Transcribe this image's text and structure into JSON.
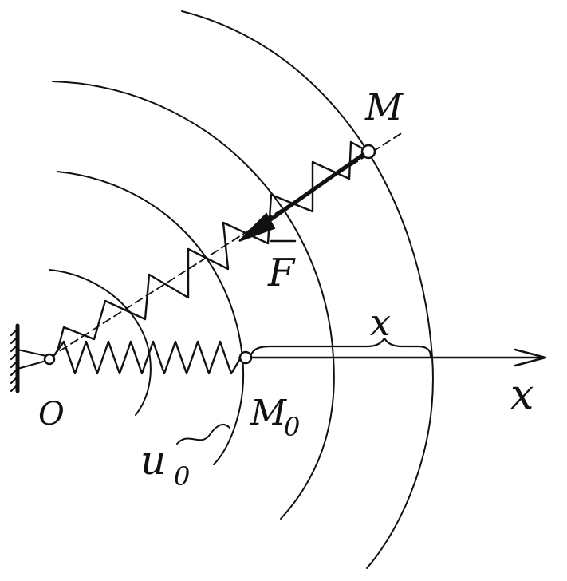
{
  "labels": {
    "origin": "O",
    "point_m": "M",
    "point_m0": "M",
    "point_m0_subscript": "0",
    "force": "F",
    "axis_x": "x",
    "displacement": "x",
    "potential": "u",
    "potential_subscript": "0"
  },
  "colors": {
    "ink": "#111111",
    "background": "#ffffff"
  }
}
